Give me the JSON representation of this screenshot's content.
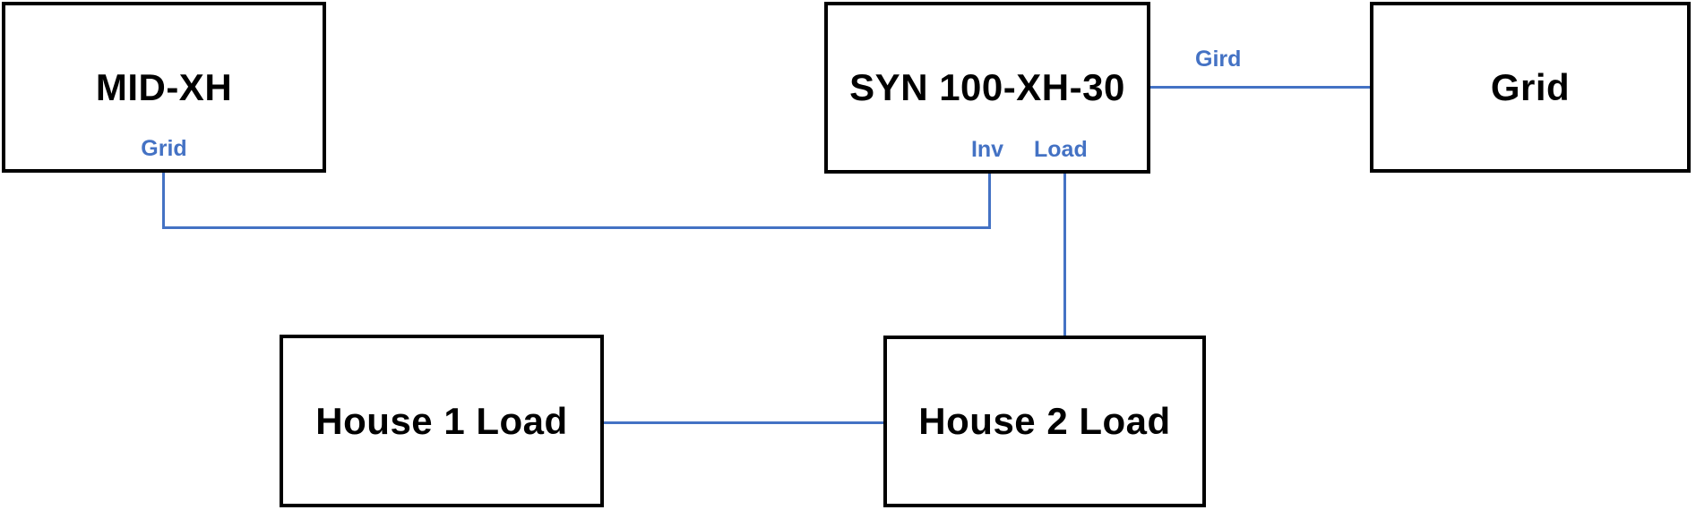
{
  "colors": {
    "accent": "#4472C4",
    "border": "#000000",
    "background": "#FFFFFF",
    "text": "#000000"
  },
  "nodes": {
    "mid_xh": {
      "title": "MID-XH",
      "ports": {
        "grid": "Grid"
      }
    },
    "syn": {
      "title": "SYN 100-XH-30",
      "ports": {
        "inv": "Inv",
        "load": "Load"
      }
    },
    "grid": {
      "title": "Grid"
    },
    "house1": {
      "title": "House 1 Load"
    },
    "house2": {
      "title": "House 2 Load"
    }
  },
  "edge_labels": {
    "syn_to_grid": "Gird"
  }
}
